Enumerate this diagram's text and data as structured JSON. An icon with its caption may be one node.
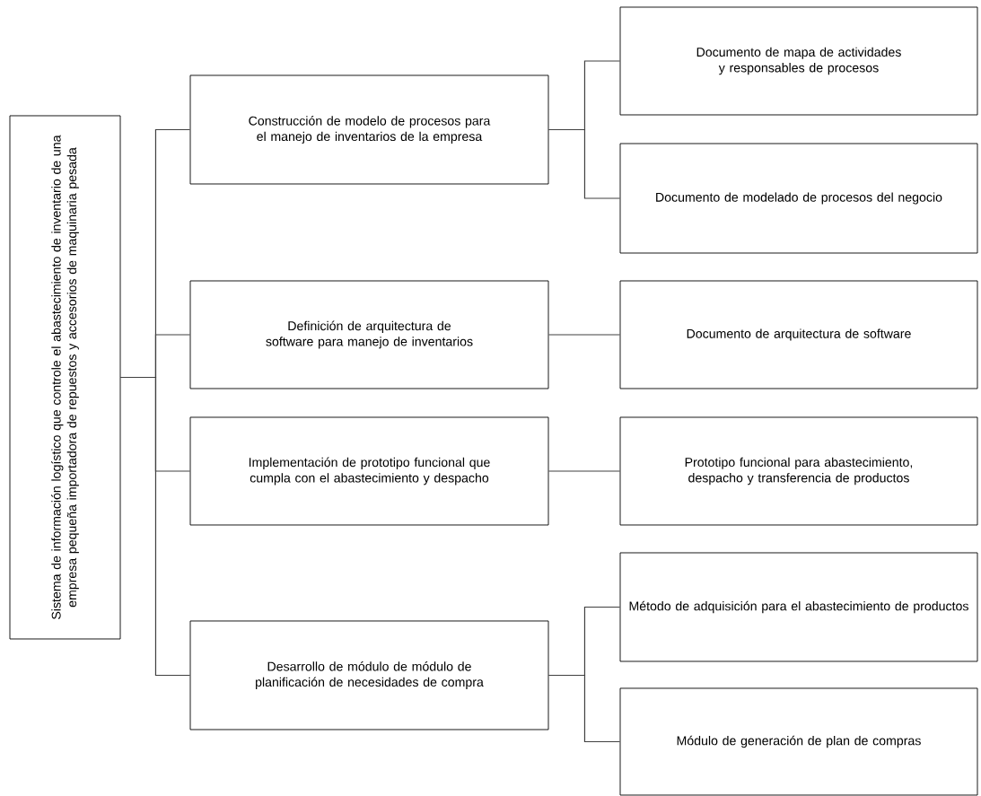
{
  "diagram": {
    "nodes": [
      {
        "text": [
          "Sistema de información logístico que controle el abastecimiento de inventario de una empresa pequeña importadora de repuestos y accesorios de maquinaria pesada"
        ]
      },
      {
        "text": [
          "Construcción de modelo de procesos para el manejo de inventarios de la empresa"
        ]
      },
      {
        "text": [
          "Documento de mapa de actividades y responsables de procesos"
        ]
      },
      {
        "text": [
          "Documento de modelado de procesos del negocio"
        ]
      },
      {
        "text": [
          "Definición de arquitectura de software para manejo de inventarios"
        ]
      },
      {
        "text": [
          "Documento de arquitectura de software"
        ]
      },
      {
        "text": [
          "Implementación de prototipo funcional que cumpla con el abastecimiento y despacho"
        ]
      },
      {
        "text": [
          "Prototipo funcional para abastecimiento, despacho y transferencia de productos"
        ]
      },
      {
        "text": [
          "Desarrollo de módulo de módulo de planificación de necesidades de compra"
        ]
      },
      {
        "text": [
          "Método de adquisición para el abastecimiento de productos"
        ]
      },
      {
        "text": [
          "Módulo de generación de plan de compras"
        ]
      }
    ],
    "edges": [
      {
        "from": 0,
        "to": 1,
        "arrow": "none"
      },
      {
        "from": 0,
        "to": 4,
        "arrow": "none"
      },
      {
        "from": 0,
        "to": 6,
        "arrow": "none"
      },
      {
        "from": 0,
        "to": 8,
        "arrow": "none"
      },
      {
        "from": 1,
        "to": 2,
        "arrow": "none"
      },
      {
        "from": 1,
        "to": 3,
        "arrow": "none"
      },
      {
        "from": 4,
        "to": 5,
        "arrow": "none"
      },
      {
        "from": 6,
        "to": 7,
        "arrow": "none"
      },
      {
        "from": 8,
        "to": 9,
        "arrow": "none"
      },
      {
        "from": 8,
        "to": 10,
        "arrow": "none"
      }
    ]
  }
}
